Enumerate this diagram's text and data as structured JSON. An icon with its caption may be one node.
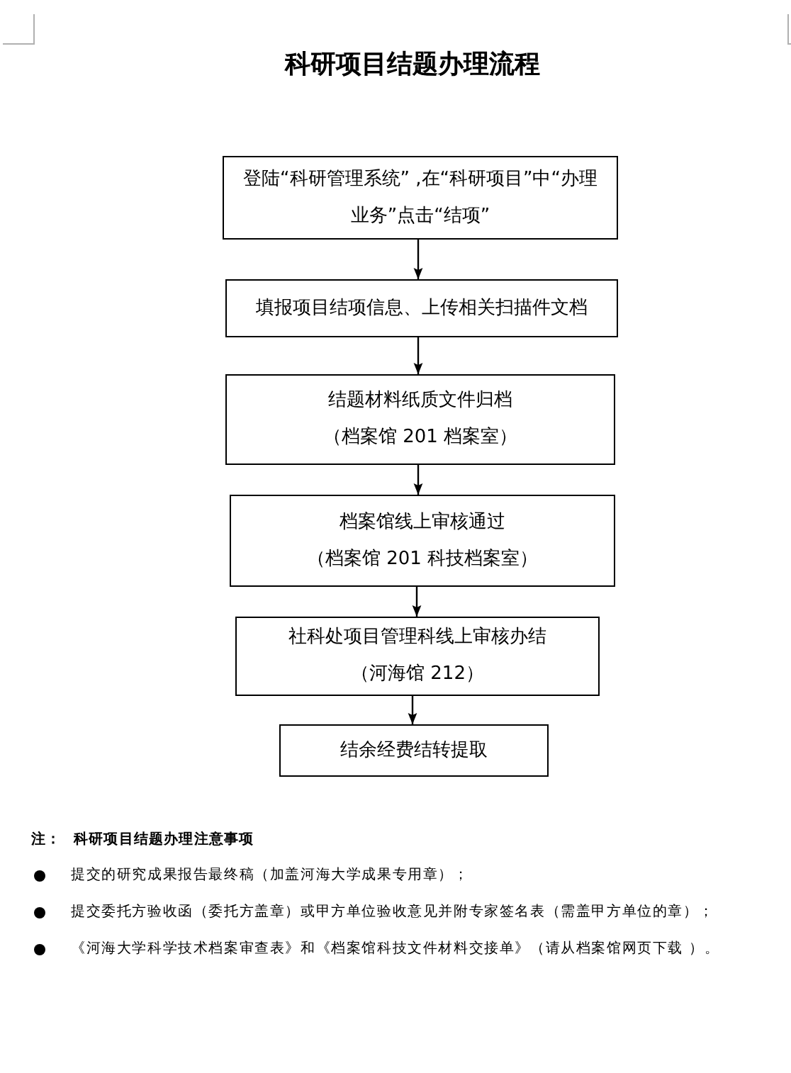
{
  "diagram": {
    "title": "科研项目结题办理流程",
    "nodes": [
      {
        "text": [
          "登陆“科研管理系统” ,在“科研项目”中“办理业务”点击“结项”"
        ]
      },
      {
        "text": [
          "填报项目结项信息、上传相关扫描件文档"
        ]
      },
      {
        "text": [
          "结题材料纸质文件归档",
          "（档案馆 201 档案室）"
        ]
      },
      {
        "text": [
          "档案馆线上审核通过",
          "（档案馆 201 科技档案室）"
        ]
      },
      {
        "text": [
          "社科处项目管理科线上审核办结",
          "（河海馆 212）"
        ]
      },
      {
        "text": [
          "结余经费结转提取"
        ]
      }
    ],
    "edges": [
      {
        "from": 0,
        "to": 1,
        "arrow": "to"
      },
      {
        "from": 1,
        "to": 2,
        "arrow": "to"
      },
      {
        "from": 2,
        "to": 3,
        "arrow": "to"
      },
      {
        "from": 3,
        "to": 4,
        "arrow": "to"
      },
      {
        "from": 4,
        "to": 5,
        "arrow": "to"
      }
    ],
    "labels": [
      "注：",
      "科研项目结题办理注意事项",
      "提交的研究成果报告最终稿（加盖河海大学成果专用章）；",
      "提交委托方验收函（委托方盖章）或甲方单位验收意见并附专家签名表（需盖甲方单位的章）；",
      "《河海大学科学技术档案审查表》和《档案馆科技文件材料交接单》（请从档案馆网页下载 ）。"
    ]
  }
}
